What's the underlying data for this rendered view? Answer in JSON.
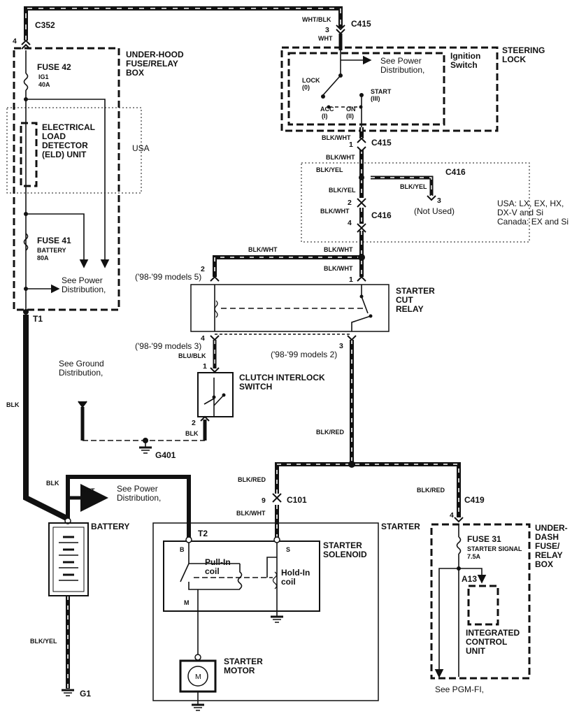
{
  "connectors": {
    "c352": "C352",
    "c352_pin": "4",
    "c415_top": "C415",
    "c415_top_pin": "3",
    "c415_bottom": "C415",
    "c415_bottom_pin": "1",
    "c416_top": "C416",
    "c416_pin3": "3",
    "c416_bottom": "C416",
    "c416_pin2": "2",
    "c416_pin4": "4",
    "c101": "C101",
    "c101_pin": "9",
    "c419": "C419",
    "c419_pin": "4",
    "t1": "T1",
    "t2": "T2",
    "g1": "G1",
    "g401": "G401"
  },
  "wires": {
    "wht_blk": "WHT/BLK",
    "wht": "WHT",
    "blk_wht_1": "BLK/WHT",
    "blk_wht_2": "BLK/WHT",
    "blk_yel_1": "BLK/YEL",
    "blk_yel_2": "BLK/YEL",
    "blk_yel_3": "BLK/YEL",
    "blk_wht_3": "BLK/WHT",
    "blk_wht_4": "BLK/WHT",
    "blk_wht_5": "BLK/WHT",
    "blk_wht_6": "BLK/WHT",
    "blu_blk": "BLU/BLK",
    "blk_relay": "BLK",
    "blk_left": "BLK",
    "blk_batt": "BLK",
    "wht_batt": "WHT",
    "blk_red_1": "BLK/RED",
    "blk_red_2": "BLK/RED",
    "blk_red_3": "BLK/RED",
    "blk_wht_7": "BLK/WHT",
    "blk_yel_g1": "BLK/YEL"
  },
  "boxes": {
    "underhood_line1": "UNDER-HOOD",
    "underhood_line2": "FUSE/RELAY",
    "underhood_line3": "BOX",
    "fuse42": "FUSE 42",
    "fuse42_name": "IG1",
    "fuse42_rating": "40A",
    "eld_line1": "ELECTRICAL",
    "eld_line2": "LOAD",
    "eld_line3": "DETECTOR",
    "eld_line4": "(ELD) UNIT",
    "usa": "USA",
    "fuse41": "FUSE 41",
    "fuse41_name": "BATTERY",
    "fuse41_rating": "80A",
    "ignition_line1": "Ignition",
    "ignition_line2": "Switch",
    "steering_line1": "STEERING",
    "steering_line2": "LOCK",
    "lock": "LOCK",
    "lock_pos": "(0)",
    "acc": "ACC",
    "acc_pos": "(I)",
    "on": "ON",
    "on_pos": "(II)",
    "start": "START",
    "start_pos": "(III)",
    "not_used": "(Not Used)",
    "models_1": "USA: LX, EX, HX,",
    "models_2": "DX-V and Si",
    "models_3": "Canada: EX and Si",
    "relay_line1": "STARTER",
    "relay_line2": "CUT",
    "relay_line3": "RELAY",
    "relay_pin2": "2",
    "relay_pin2_alt": "('98-'99 models 5)",
    "relay_pin1": "1",
    "relay_pin4": "4",
    "relay_pin4_alt": "('98-'99 models 3)",
    "relay_pin3": "3",
    "relay_pin3_alt": "('98-'99 models 2)",
    "clutch_line1": "CLUTCH INTERLOCK",
    "clutch_line2": "SWITCH",
    "clutch_pin1": "1",
    "clutch_pin2": "2",
    "battery": "BATTERY",
    "starter": "STARTER",
    "solenoid_line1": "STARTER",
    "solenoid_line2": "SOLENOID",
    "pullin_line1": "Pull-In",
    "pullin_line2": "coil",
    "holdin_line1": "Hold-In",
    "holdin_line2": "coil",
    "term_b": "B",
    "term_s": "S",
    "term_m": "M",
    "motor_line1": "STARTER",
    "motor_line2": "MOTOR",
    "motor_symbol": "M",
    "underdash_line1": "UNDER-",
    "underdash_line2": "DASH",
    "underdash_line3": "FUSE/",
    "underdash_line4": "RELAY",
    "underdash_line5": "BOX",
    "fuse31": "FUSE 31",
    "fuse31_name": "STARTER SIGNAL",
    "fuse31_rating": "7.5A",
    "a13": "A13",
    "icu_line1": "INTEGRATED",
    "icu_line2": "CONTROL",
    "icu_line3": "UNIT"
  },
  "notes": {
    "see_power_1a": "See Power",
    "see_power_1b": "Distribution,",
    "see_power_2a": "See Power",
    "see_power_2b": "Distribution,",
    "see_power_3a": "See Power",
    "see_power_3b": "Distribution,",
    "see_ground_a": "See Ground",
    "see_ground_b": "Distribution,",
    "see_pgm": "See PGM-FI,"
  }
}
